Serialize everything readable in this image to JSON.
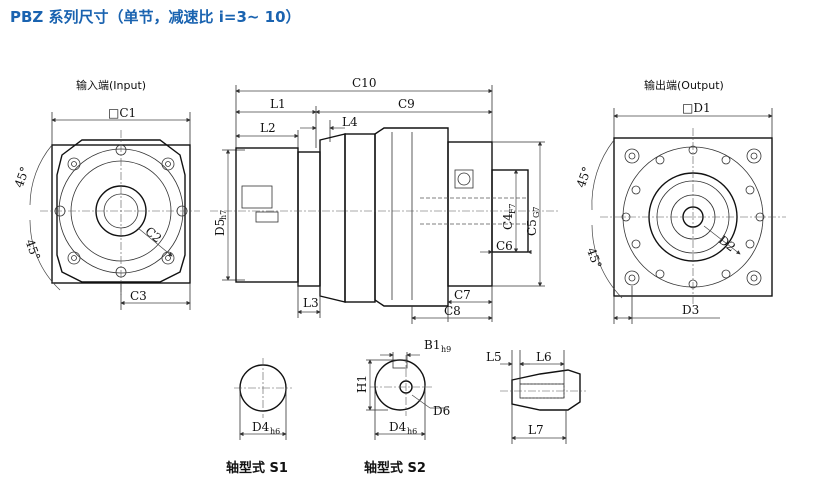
{
  "title": "PBZ 系列尺寸（单节，减速比 i=3~ 10）",
  "views": {
    "input_view_label": "输入端(Input)",
    "output_view_label": "输出端(Output)"
  },
  "labels": {
    "C1": "□C1",
    "C2": "C2",
    "C3": "C3",
    "angle_top": "45°",
    "angle_bottom": "45°",
    "C10": "C10",
    "L1": "L1",
    "C9": "C9",
    "L2": "L2",
    "L4": "L4",
    "D5": "D5",
    "D5_sub": "h7",
    "C4": "C4",
    "C4_sub": "F7",
    "C5": "C5",
    "C5_sub": "G7",
    "C6": "C6",
    "L3": "L3",
    "C7": "C7",
    "C8": "C8",
    "D1": "□D1",
    "D2": "D2",
    "D3": "D3",
    "out_angle_top": "45°",
    "out_angle_bottom": "45°",
    "B1": "B1",
    "B1_sub": "h9",
    "H1": "H1",
    "D6": "D6",
    "D4_s1": "D4",
    "D4_s1_sub": "h6",
    "D4_s2": "D4",
    "D4_s2_sub": "h6",
    "L5": "L5",
    "L6": "L6",
    "L7": "L7"
  },
  "captions": {
    "s1": "轴型式 S1",
    "s2": "轴型式 S2"
  }
}
